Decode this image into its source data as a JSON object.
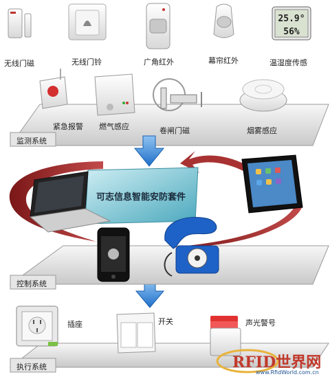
{
  "monitoring": {
    "panel_label": "监测系统",
    "devices_row1": [
      "无线门磁",
      "无线门铃",
      "广角红外",
      "幕帘红外",
      "温湿度传感"
    ],
    "devices_row2": [
      "紧急报警",
      "燃气感应",
      "卷闸门磁",
      "烟雾感应"
    ],
    "thermo_readings": [
      "25.9°",
      "56%"
    ]
  },
  "control": {
    "panel_label": "控制系统",
    "center_title": "可志信息智能安防套件"
  },
  "execution": {
    "panel_label": "执行系统",
    "devices": [
      "插座",
      "开关",
      "声光警号"
    ]
  },
  "watermark": {
    "main": "RFID世界网",
    "sub": "www.RfidWorld.com.cn"
  },
  "colors": {
    "panel_top": "#f4f4f4",
    "panel_bottom": "#cfcfcf",
    "arrow_blue": "#2f7fd6",
    "swoosh_red": "#9b2a2a",
    "center_box": "#5fb8c9"
  }
}
